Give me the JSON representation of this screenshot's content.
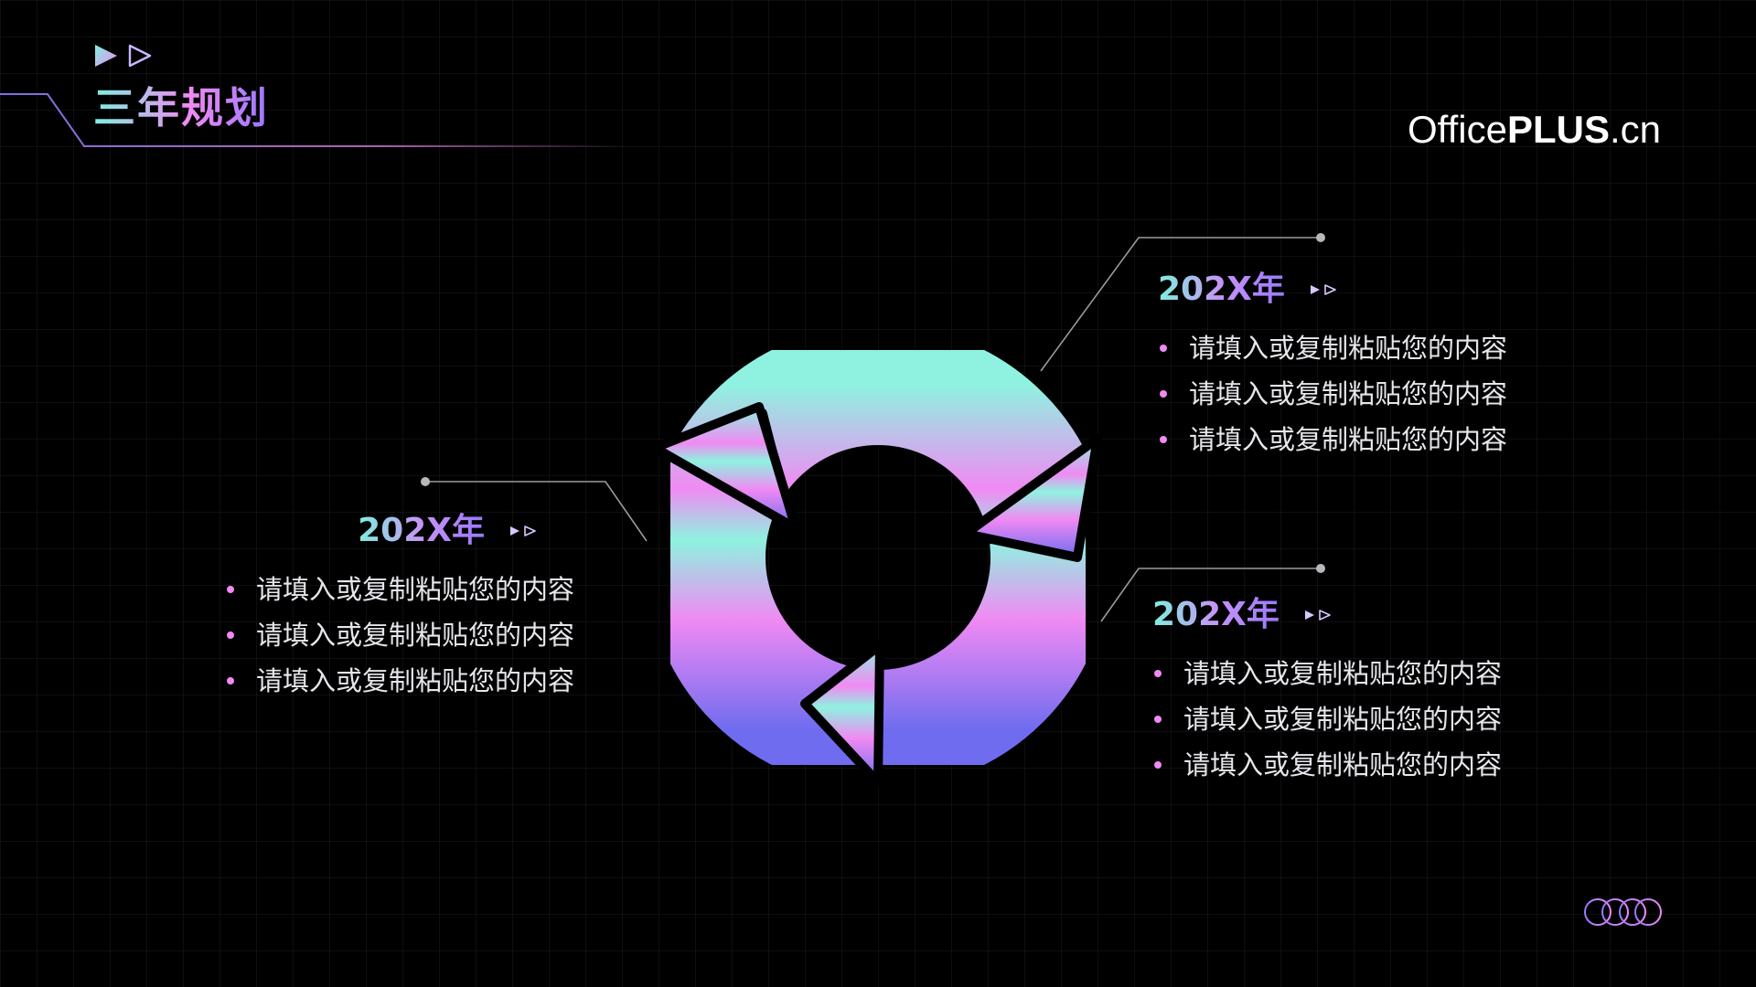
{
  "slide": {
    "title": "三年规划",
    "brand": {
      "prefix": "Office",
      "bold": "PLUS",
      "suffix": ".cn"
    },
    "colors": {
      "background": "#000000",
      "accent_teal": "#7ef0de",
      "accent_pink": "#f08af3",
      "accent_purple": "#9a78ff",
      "bullet": "#f08af3",
      "text": "#e6e6ec"
    },
    "icons": [
      "play-arrows-icon",
      "cycle-arrows-icon",
      "rings-icon"
    ],
    "blocks": [
      {
        "id": "left",
        "year": "202X年",
        "items": [
          "请填入或复制粘贴您的内容",
          "请填入或复制粘贴您的内容",
          "请填入或复制粘贴您的内容"
        ]
      },
      {
        "id": "top-right",
        "year": "202X年",
        "items": [
          "请填入或复制粘贴您的内容",
          "请填入或复制粘贴您的内容",
          "请填入或复制粘贴您的内容"
        ]
      },
      {
        "id": "bottom-right",
        "year": "202X年",
        "items": [
          "请填入或复制粘贴您的内容",
          "请填入或复制粘贴您的内容",
          "请填入或复制粘贴您的内容"
        ]
      }
    ]
  }
}
